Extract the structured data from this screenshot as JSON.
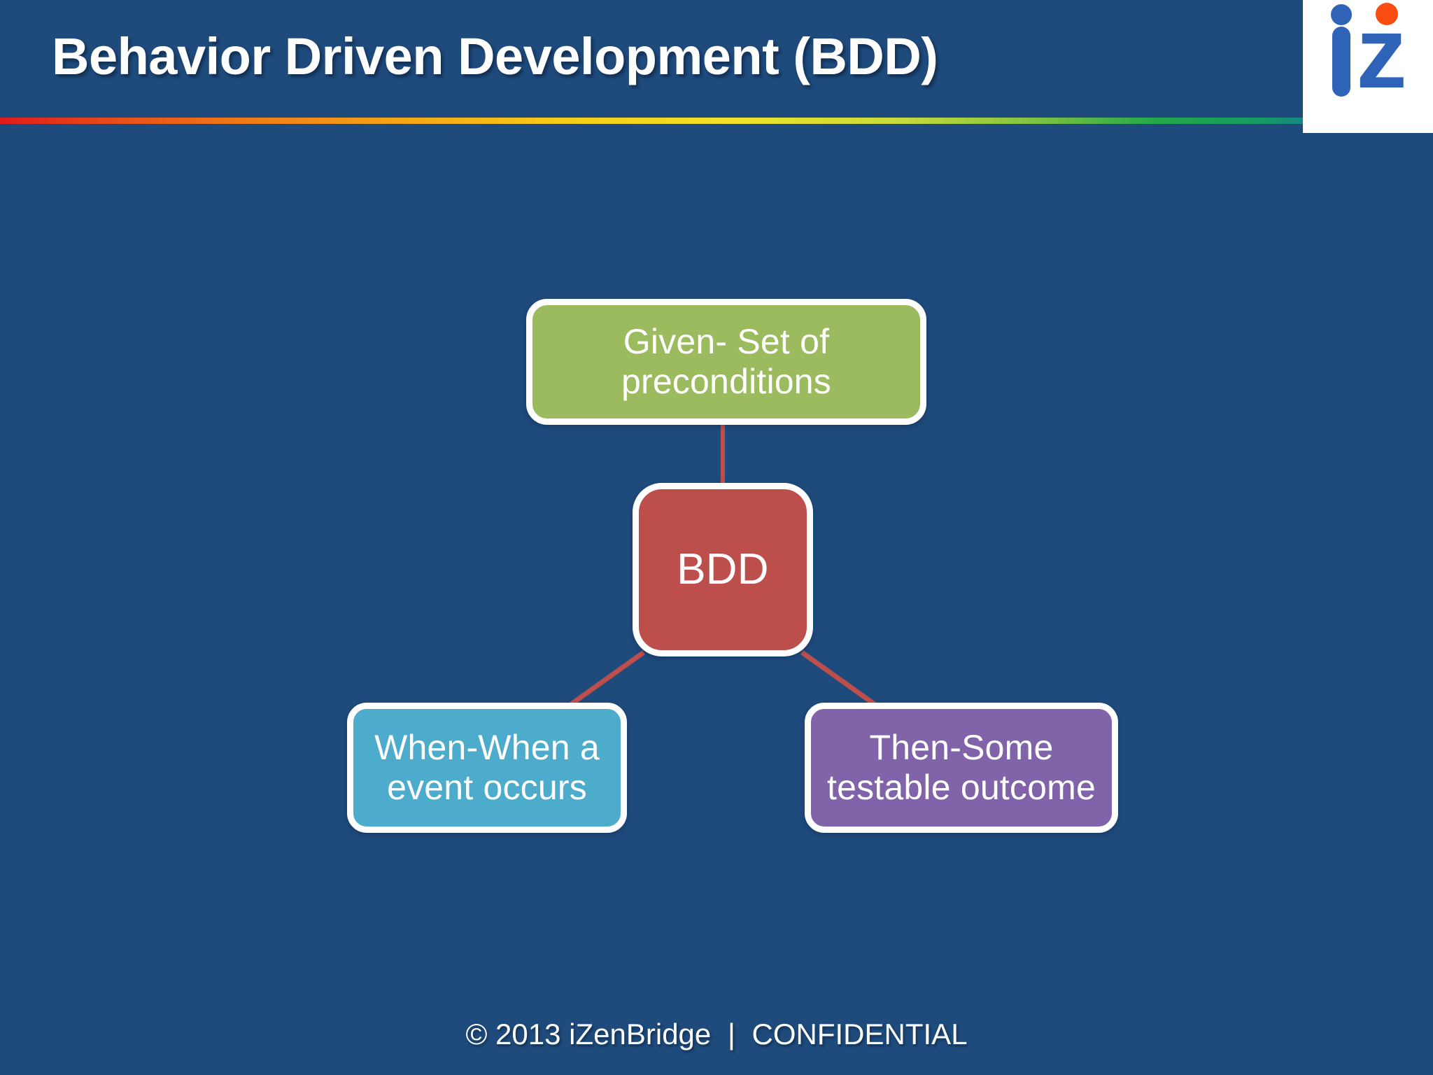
{
  "slide": {
    "title": "Behavior Driven Development (BDD)",
    "background_color": "#1e4a7c",
    "divider_colors": [
      "#e01b1b",
      "#ef7816",
      "#f6cf19",
      "#86c441",
      "#22a84a",
      "#17808b"
    ]
  },
  "logo": {
    "name": "izenbridge-logo",
    "letter_i": "i",
    "letter_z": "z",
    "i_color": "#2f63b7",
    "z_color": "#2f63b7",
    "dot_color": "#f94c10",
    "background_color": "#ffffff"
  },
  "diagram": {
    "type": "radial-hub-and-spoke",
    "connector_color": "#bc4f4c",
    "nodes": [
      {
        "id": "given",
        "label": "Given- Set of preconditions",
        "color": "#9cbb5e",
        "border_color": "#ffffff",
        "position": "top"
      },
      {
        "id": "bdd",
        "label": "BDD",
        "color": "#bc4f4c",
        "border_color": "#ffffff",
        "position": "center"
      },
      {
        "id": "when",
        "label": "When-When a event occurs",
        "color": "#4dabcb",
        "border_color": "#ffffff",
        "position": "bottom-left"
      },
      {
        "id": "then",
        "label": "Then-Some testable outcome",
        "color": "#8063a8",
        "border_color": "#ffffff",
        "position": "bottom-right"
      }
    ]
  },
  "footer": {
    "copyright": "© 2013 iZenBridge",
    "separator": "|",
    "classification": "CONFIDENTIAL"
  }
}
